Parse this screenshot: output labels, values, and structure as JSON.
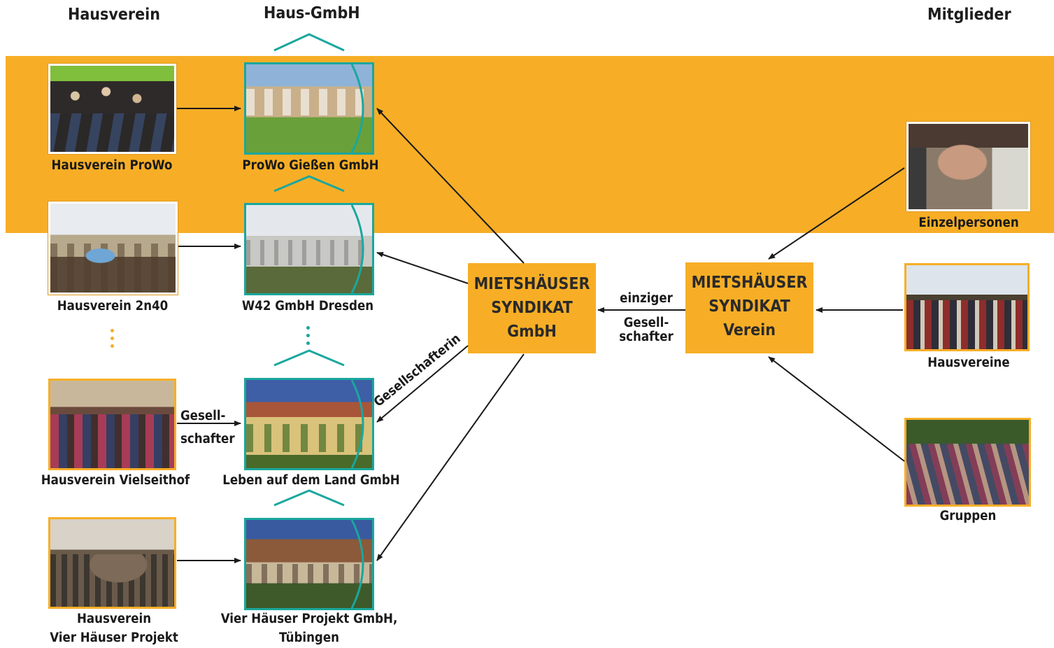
{
  "columns": {
    "left": "Hausverein",
    "middle": "Haus-GmbH",
    "right": "Mitglieder"
  },
  "hausvereine": [
    {
      "caption": "Hausverein ProWo"
    },
    {
      "caption": "Hausverein 2n40"
    },
    {
      "caption": "Hausverein Vielseithof"
    },
    {
      "caption_line1": "Hausverein",
      "caption_line2": "Vier Häuser Projekt"
    }
  ],
  "haus_gmbhs": [
    {
      "caption": "ProWo Gießen GmbH"
    },
    {
      "caption": "W42 GmbH Dresden"
    },
    {
      "caption": "Leben auf dem Land GmbH"
    },
    {
      "caption_line1": "Vier Häuser Projekt GmbH,",
      "caption_line2": "Tübingen"
    }
  ],
  "syndikat_gmbh": {
    "line1": "MIETSHÄUSER",
    "line2": "SYNDIKAT",
    "line3": "GmbH"
  },
  "syndikat_verein": {
    "line1": "MIETSHÄUSER",
    "line2": "SYNDIKAT",
    "line3": "Verein"
  },
  "mitglieder": [
    {
      "caption": "Einzelpersonen"
    },
    {
      "caption": "Hausvereine"
    },
    {
      "caption": "Gruppen"
    }
  ],
  "edge_labels": {
    "gesellschafter_left_1": "Gesell-",
    "gesellschafter_left_2": "schafter",
    "gesellschafterin": "Gesellschafterin",
    "einziger": "einziger",
    "gesellschafter_mid_1": "Gesell-",
    "gesellschafter_mid_2": "schafter"
  },
  "colors": {
    "band": "#f7ae26",
    "box": "#f7ae26",
    "teal": "#1aa79e",
    "arrow": "#1a1a1a"
  }
}
